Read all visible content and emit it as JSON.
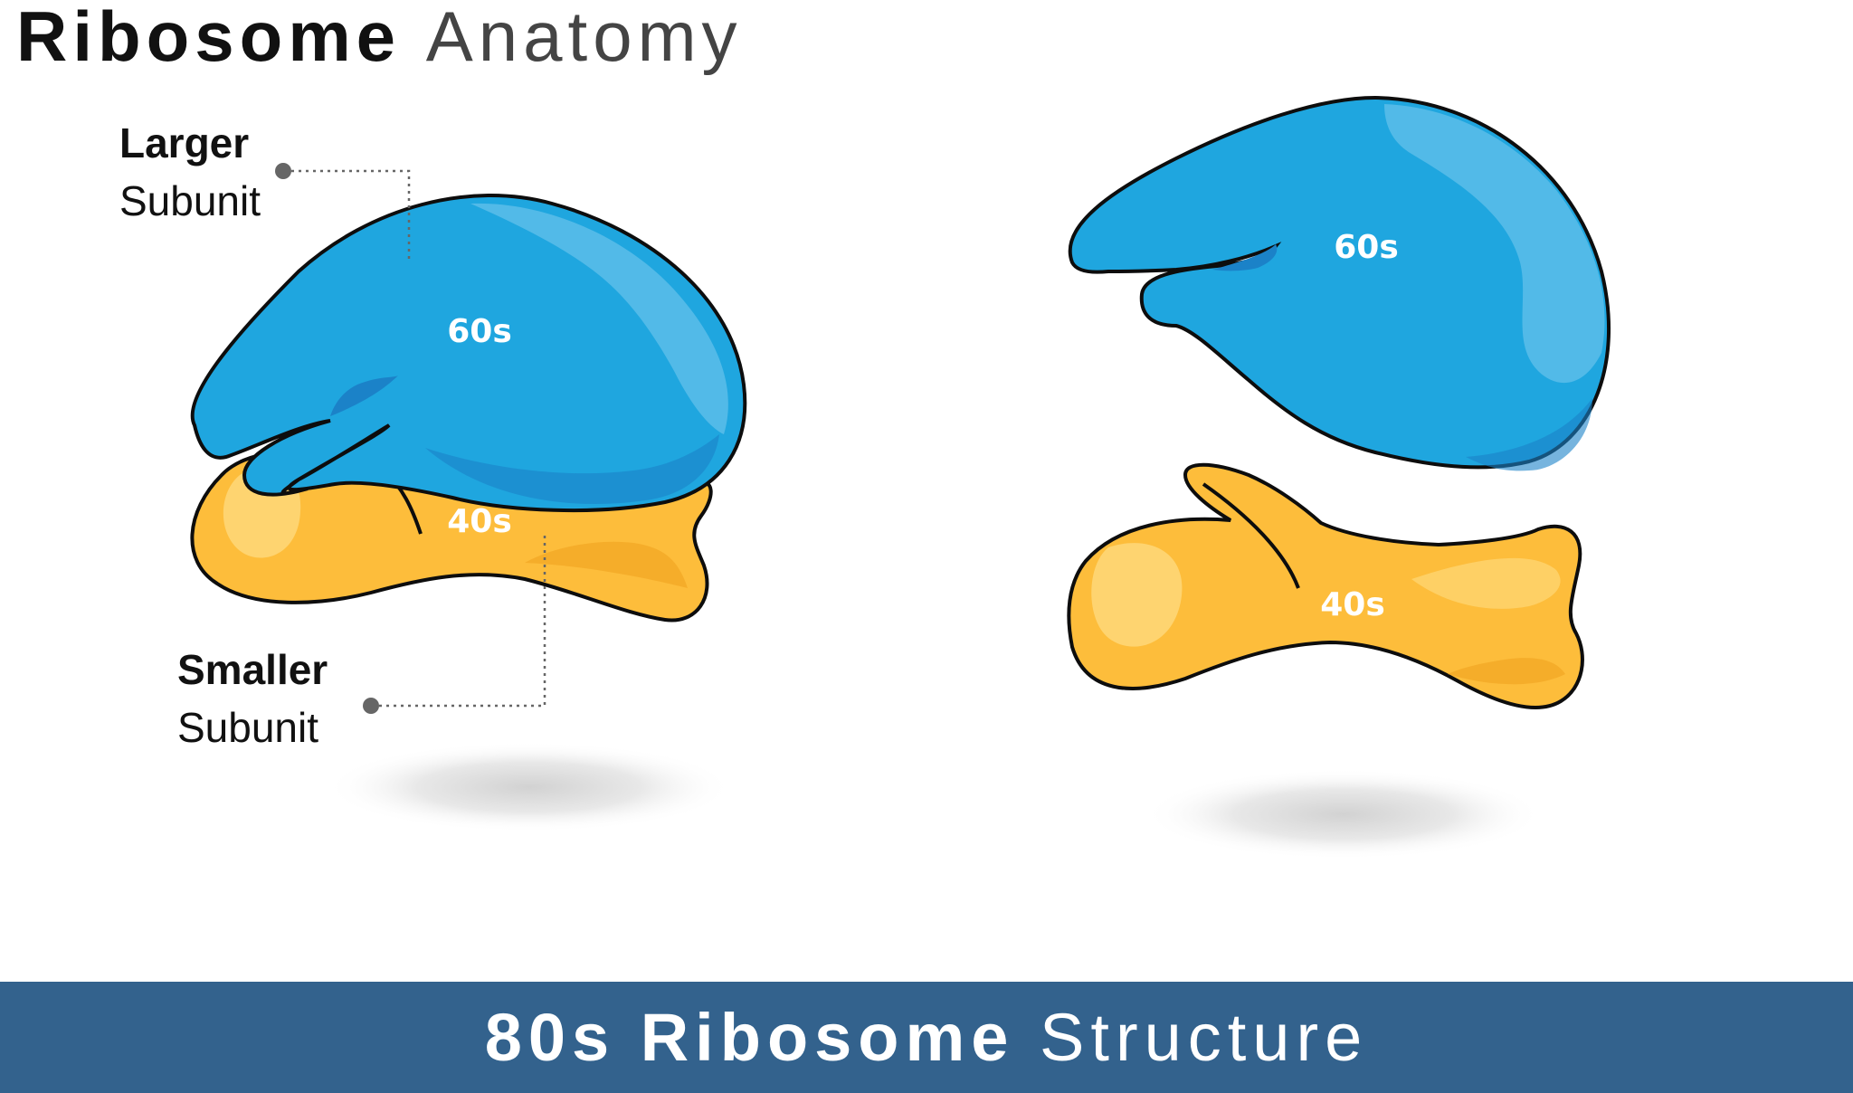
{
  "header": {
    "title_bold": "Ribosome",
    "title_light": "Anatomy"
  },
  "callouts": {
    "large": {
      "strong": "Larger",
      "sub": "Subunit"
    },
    "small": {
      "strong": "Smaller",
      "sub": "Subunit"
    }
  },
  "assembled": {
    "large_label": "60s",
    "small_label": "40s"
  },
  "separated": {
    "large_label": "60s",
    "small_label": "40s"
  },
  "footer": {
    "bold": "80s Ribosome",
    "light": "Structure"
  },
  "colors": {
    "large_subunit": "#1fa6df",
    "large_highlight": "#7bcaef",
    "large_shadow": "#1b82c8",
    "small_subunit": "#fdbd3b",
    "small_highlight": "#fed470",
    "small_shadow": "#f0a21f",
    "outline": "#0d0d0d",
    "banner": "#33628d"
  }
}
